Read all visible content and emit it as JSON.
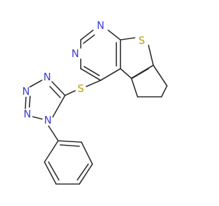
{
  "molecule": {
    "atoms": [
      {
        "key": "pyrimidine_n1",
        "label": "N",
        "color": "#3c3cd2"
      },
      {
        "key": "pyrimidine_n3",
        "label": "N",
        "color": "#3c3cd2"
      },
      {
        "key": "thiophene_s",
        "label": "S",
        "color": "#b8a200"
      },
      {
        "key": "thioether_s",
        "label": "S",
        "color": "#b8a200"
      },
      {
        "key": "tetrazole_n4",
        "label": "N",
        "color": "#3c3cd2"
      },
      {
        "key": "tetrazole_n3",
        "label": "N",
        "color": "#3c3cd2"
      },
      {
        "key": "tetrazole_n2",
        "label": "N",
        "color": "#3c3cd2"
      },
      {
        "key": "tetrazole_n1",
        "label": "N",
        "color": "#3c3cd2"
      }
    ],
    "bond_color": "#2b2b2b"
  }
}
